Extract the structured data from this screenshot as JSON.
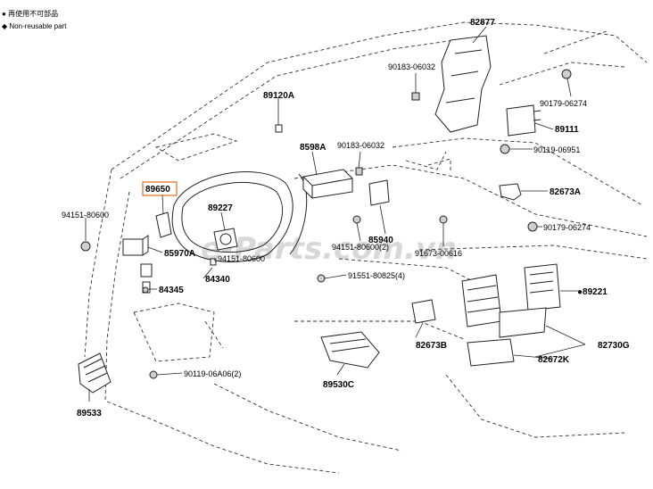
{
  "legend": [
    {
      "symbol": "●",
      "text": "再使用不可部品"
    },
    {
      "symbol": "◆",
      "text": "Non-reusable part"
    }
  ],
  "watermark": "e-Parts.com.vn",
  "highlight_color": "#e36c1e",
  "labels": {
    "p82877": "82877",
    "p90183_06032_a": "90183-06032",
    "p90179_06274_a": "90179-06274",
    "p89111": "89111",
    "p89120a": "89120A",
    "p8598a": "8598A",
    "p90183_06032_b": "90183-06032",
    "p90119_06951": "90119-06951",
    "p89650": "89650",
    "p82673a": "82673A",
    "p94151_80600_a": "94151-80600",
    "p89227": "89227",
    "p90179_06274_b": "90179-06274",
    "p85940": "85940",
    "p94151_80600_b": "94151-80600(2)",
    "p91673_00616": "91673-00616",
    "p85970a": "85970A",
    "p94151_80600_c": "94151-80600",
    "p91551_80825": "91551-80825(4)",
    "p84345": "84345",
    "p84340": "84340",
    "p89221": "●89221",
    "p82673b": "82673B",
    "p82730g": "82730G",
    "p82672k": "82672K",
    "p90119_06a06": "90119-06A06(2)",
    "p89530c": "89530C",
    "p89533": "89533"
  }
}
